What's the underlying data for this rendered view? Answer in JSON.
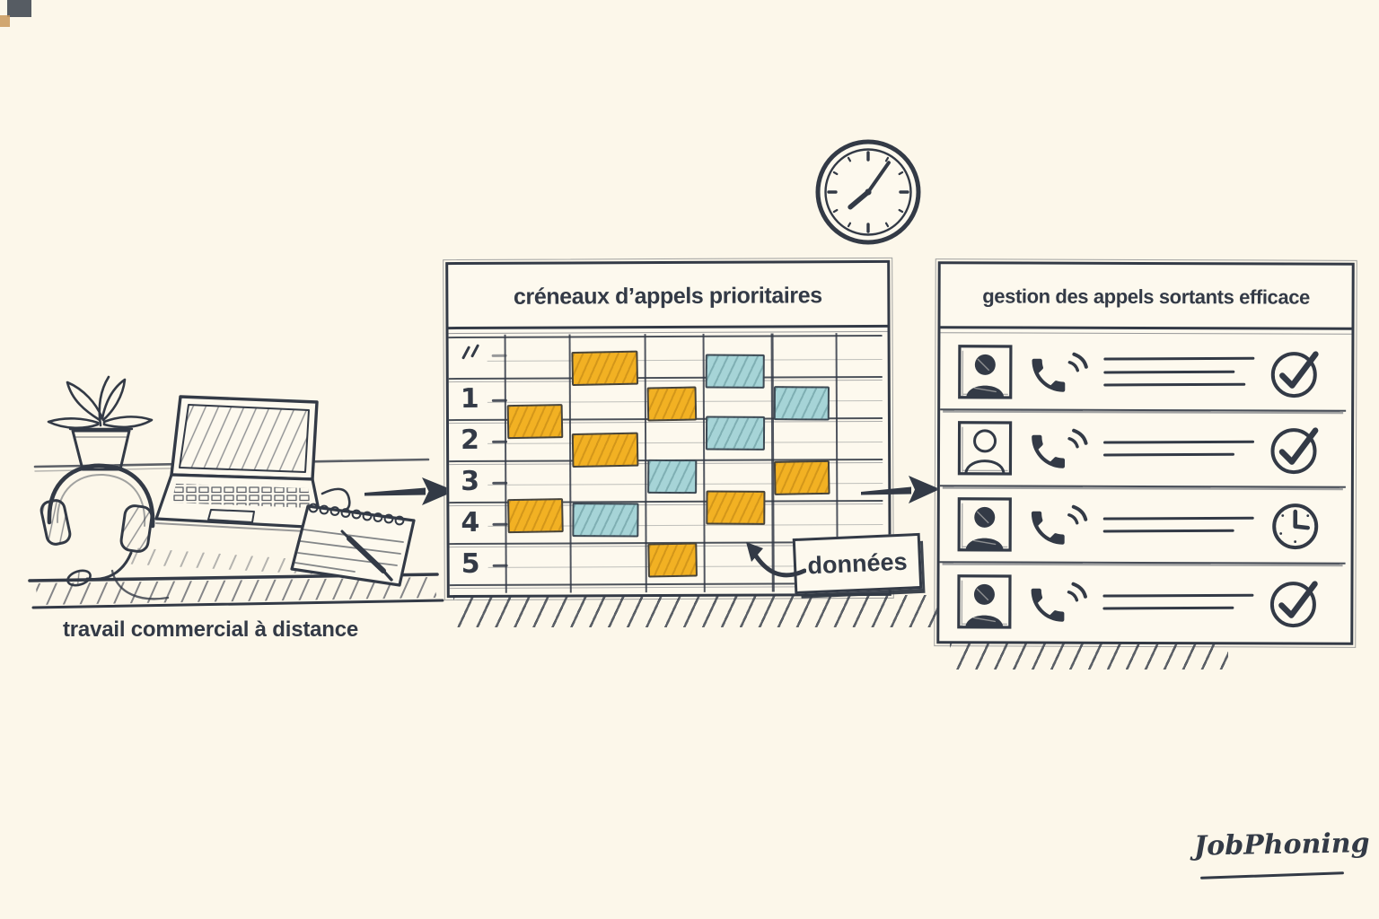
{
  "palette": {
    "background": "#fcf7ea",
    "ink": "#333a46",
    "orange": "#f2b123",
    "blue": "#a6d4d7"
  },
  "workspace": {
    "caption": "travail commercial à distance"
  },
  "calendar": {
    "title": "créneaux d’appels prioritaires",
    "row_labels": [
      "1",
      "2",
      "3",
      "4",
      "5"
    ],
    "annotation": "données",
    "cells": [
      {
        "col": 2,
        "row": 0.32,
        "color": "orange"
      },
      {
        "col": 4,
        "row": 0.42,
        "color": "blue"
      },
      {
        "col": 3,
        "row": 1.2,
        "color": "orange"
      },
      {
        "col": 5,
        "row": 1.2,
        "color": "blue"
      },
      {
        "col": 1,
        "row": 1.6,
        "color": "orange"
      },
      {
        "col": 4,
        "row": 1.92,
        "color": "blue"
      },
      {
        "col": 2,
        "row": 2.3,
        "color": "orange"
      },
      {
        "col": 3,
        "row": 2.95,
        "color": "blue"
      },
      {
        "col": 5,
        "row": 3.0,
        "color": "orange"
      },
      {
        "col": 4,
        "row": 3.72,
        "color": "orange"
      },
      {
        "col": 1,
        "row": 3.9,
        "color": "orange"
      },
      {
        "col": 2,
        "row": 4.0,
        "color": "blue"
      },
      {
        "col": 3,
        "row": 4.97,
        "color": "orange"
      }
    ]
  },
  "outbound": {
    "title": "gestion des appels sortants efficace",
    "rows": [
      {
        "avatar": "person-filled-icon",
        "lines": 3,
        "status": "check-icon"
      },
      {
        "avatar": "person-outline-icon",
        "lines": 2,
        "status": "check-icon"
      },
      {
        "avatar": "person-filled-icon",
        "lines": 2,
        "status": "clock-status-icon"
      },
      {
        "avatar": "person-filled-icon",
        "lines": 2,
        "status": "check-icon"
      }
    ]
  },
  "clock": {
    "hour_angle": 230,
    "minute_angle": 35
  },
  "logo": {
    "text": "JobPhoning"
  }
}
